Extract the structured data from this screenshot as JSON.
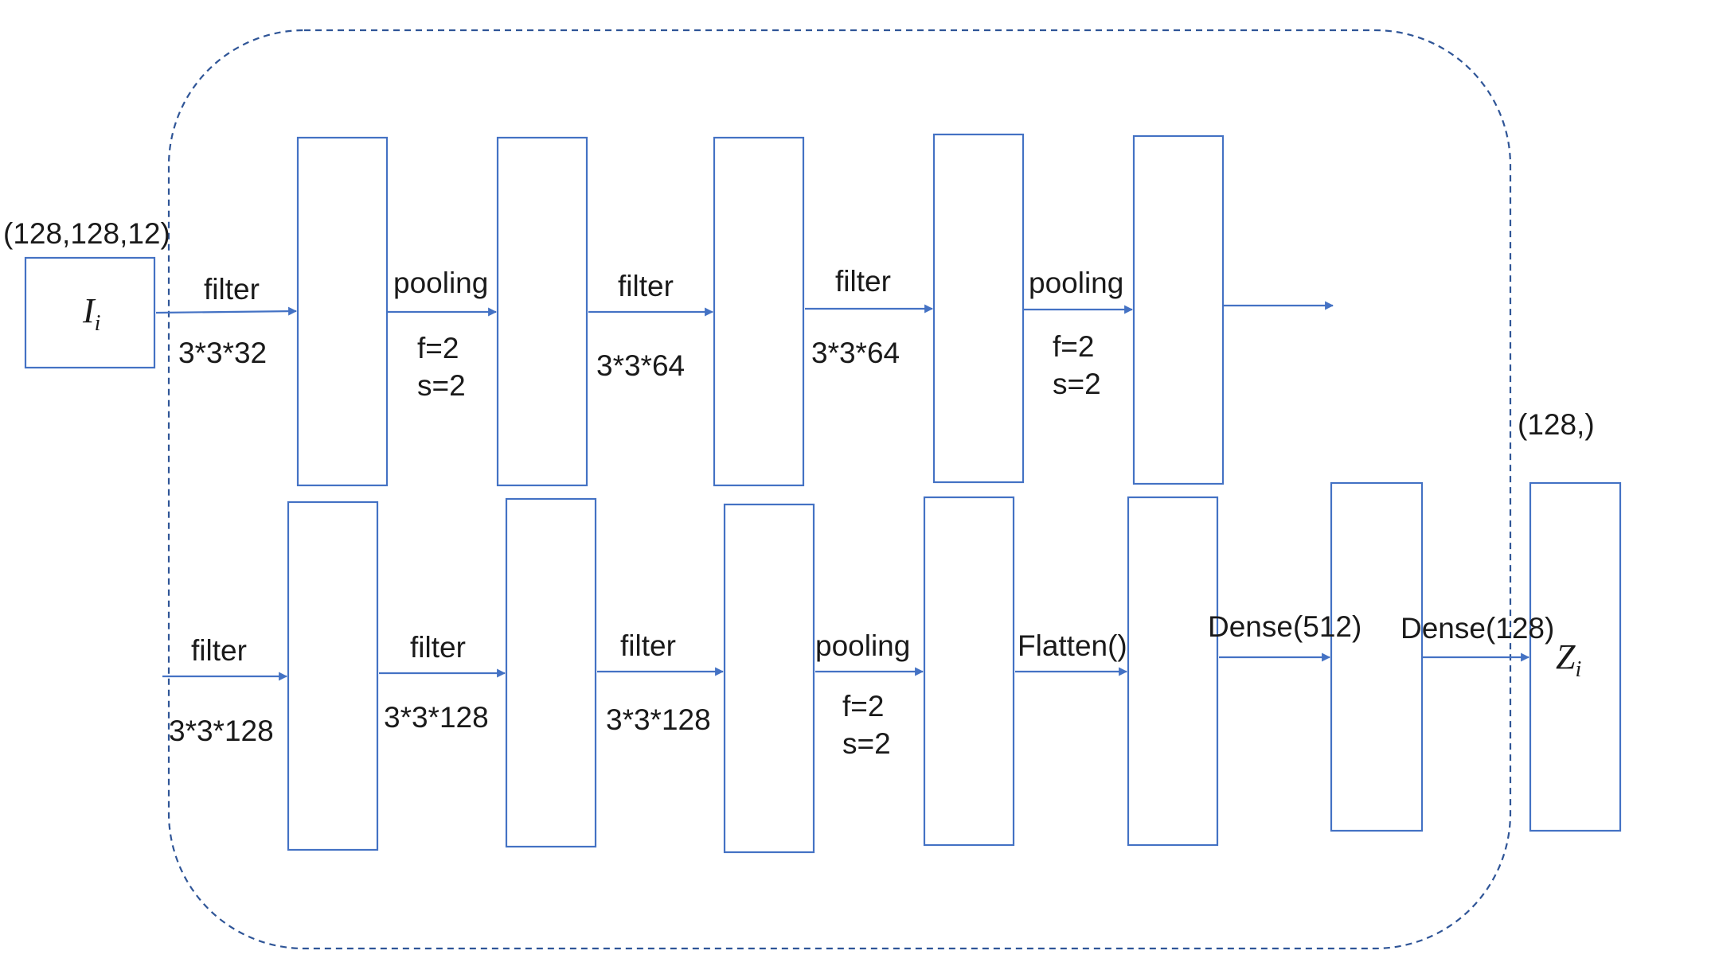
{
  "input": {
    "shape": "(128,128,12)",
    "symbol": "I",
    "subscript": "i"
  },
  "output": {
    "shape": "(128,)",
    "symbol": "Z",
    "subscript": "i"
  },
  "row1": {
    "arrows": [
      {
        "top": "filter",
        "bottom": [
          "3*3*32"
        ]
      },
      {
        "top": "pooling",
        "bottom": [
          "f=2",
          "s=2"
        ]
      },
      {
        "top": "filter",
        "bottom": [
          "3*3*64"
        ]
      },
      {
        "top": "filter",
        "bottom": [
          "3*3*64"
        ]
      },
      {
        "top": "pooling",
        "bottom": [
          "f=2",
          "s=2"
        ]
      }
    ]
  },
  "row2": {
    "arrows": [
      {
        "top": "filter",
        "bottom": [
          "3*3*128"
        ]
      },
      {
        "top": "filter",
        "bottom": [
          "3*3*128"
        ]
      },
      {
        "top": "filter",
        "bottom": [
          "3*3*128"
        ]
      },
      {
        "top": "pooling",
        "bottom": [
          "f=2",
          "s=2"
        ]
      },
      {
        "top": "Flatten()",
        "bottom": []
      },
      {
        "top": "Dense(512)",
        "bottom": []
      },
      {
        "top": "Dense(128)",
        "bottom": []
      }
    ]
  },
  "colors": {
    "box_stroke": "#4472c4",
    "arrow": "#4472c4",
    "container_stroke": "#2f5597"
  }
}
